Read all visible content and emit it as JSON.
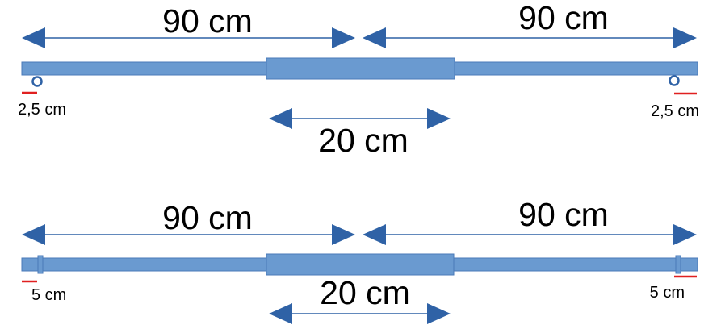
{
  "colors": {
    "bar_fill": "#6a9ad0",
    "bar_stroke": "#4a7ab8",
    "arrow": "#2f62a6",
    "marker_line": "#e02020",
    "ring": "#2f62a6"
  },
  "top_diagram": {
    "left_length": "90 cm",
    "right_length": "90 cm",
    "center_length": "20 cm",
    "left_offset": "2,5 cm",
    "right_offset": "2,5 cm"
  },
  "bottom_diagram": {
    "left_length": "90 cm",
    "right_length": "90 cm",
    "center_length": "20 cm",
    "left_offset": "5 cm",
    "right_offset": "5 cm"
  }
}
